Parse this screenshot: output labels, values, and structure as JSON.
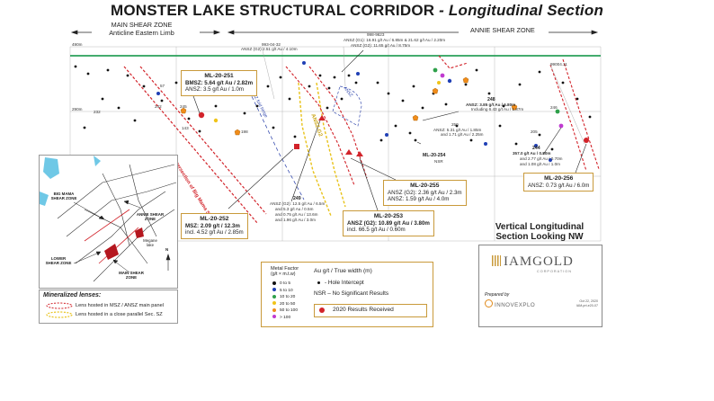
{
  "title": {
    "main": "MONSTER LAKE STRUCTURAL CORRIDOR",
    "sub": " - Longitudinal Section"
  },
  "header_left": {
    "line1": "MAIN SHEAR ZONE",
    "line2": "Anticline Eastern Limb"
  },
  "header_right": "ANNIE SHEAR ZONE",
  "depths": {
    "d1": "490m",
    "d2": "290m"
  },
  "callouts": {
    "ml251": {
      "name": "ML-20-251",
      "line1": "BMSZ: 5.64 g/t Au / 2.82m",
      "line2": "ANSZ: 3.5 g/t Au / 1.0m"
    },
    "ml252": {
      "name": "ML-20-252",
      "line1": "MSZ: 2.09 g/t / 12.3m",
      "line2": "incl. 4.52 g/t Au / 2.85m"
    },
    "ml253": {
      "name": "ML-20-253",
      "line1": "ANSZ (G2): 10.89 g/t Au / 3.80m",
      "line2": "incl. 66.5 g/t Au / 0.60m"
    },
    "ml255": {
      "name": "ML-20-255",
      "line1": "ANSZ (G2): 2.36 g/t Au / 2.3m",
      "line2": "ANSZ: 1.59 g/t Au / 4.0m"
    },
    "ml256": {
      "name": "ML-20-256",
      "line1": "ANSZ: 0.73 g/t Au / 6.0m"
    }
  },
  "hole_labels": {
    "h993": "993-04-32",
    "h993_detail": "ANSZ (G2) 2.51 g/t Au / 4.10m",
    "h998": "998-9623",
    "h998_d1": "ANSZ (G1): 16.91 g/t Au / 6.85m & 21.62 g/t Au / 2.20m",
    "h998_d2": "ANSZ (G2): 11.65 g/t Au / 8.75m",
    "h248": "248",
    "h248_d1": "ANSZ: 3.85 g/t Au / 6.80m",
    "h248_d2": "Including 6.43 g/t Au / 1.87m",
    "h250": "250",
    "h250_d1": "ANSZ: 5.31 g/t Au / 1.85m",
    "h250_d2": "and 1.71 g/t Au / 2.25m",
    "ml254": "ML-20-254",
    "nsr": "NSR",
    "h244": "244",
    "h244_d1": "357.0 g/t Au / 0.80m",
    "h244_d2": "and 2.77 g/t Au / 0.70m",
    "h244_d3": "and 1.08 g/t Au / 1.0m",
    "h249": "249",
    "h249_d1": "ANSZ (G2): 12.5 g/t Au / 6.5m",
    "h249_d2": "and 5.3 g/t Au / 0.5m",
    "h249_d3": "and 0.75 g/t Au / 13.6m",
    "h249_d4": "and 1.96 g/t Au / 3.0m",
    "n57": "57",
    "n242": "242",
    "n245": "245",
    "n232": "232",
    "n143": "143",
    "n198": "198",
    "n205": "205",
    "n246": "246",
    "n99": "99004.11"
  },
  "zone_labels": {
    "intersection": "Intersection of Big Mama SZ",
    "ansz": "ANSZ-G2",
    "msz_fold": "MSZ fold hinge",
    "ansz2": "ANSZ"
  },
  "inset": {
    "big_mama": "BIG MAMA SHEAR ZONE",
    "annie": "ANNIE SHEAR ZONE",
    "megane": "Megane lake",
    "lower": "LOWER SHEAR ZONE",
    "main": "MAIN SHEAR ZONE",
    "north": "N"
  },
  "lenses": {
    "title": "Mineralized lenses:",
    "msz": "Lens hosted in MSZ / ANSZ main panel",
    "sec": "Lens hosted in a close parallel Sec. SZ"
  },
  "metal": {
    "title1": "Metal Factor",
    "title2": "(g/t × m.t.w)",
    "header": "Au g/t / True width (m)",
    "hole": "- Hole Intercept",
    "nsr": "NSR – No Significant Results",
    "received": "2020 Results Received",
    "scale": [
      "0 to 5",
      "5 to 10",
      "10 to 20",
      "20 to 50",
      "50 to 100",
      "> 100"
    ],
    "colors": [
      "#111111",
      "#1f3fb5",
      "#2ea04a",
      "#f0c419",
      "#f08c1a",
      "#c03ad0"
    ]
  },
  "vls": {
    "line1": "Vertical Longitudinal",
    "line2": "Section Looking NW"
  },
  "logo": {
    "name": "IAMGOLD",
    "sub": "CORPORATION",
    "prepared": "Prepared by",
    "firm": "INNOVEXPLO",
    "date": "Oct 22, 2020",
    "ref": "IAM-prt-e20-07"
  },
  "colors": {
    "green_line": "#29a05a",
    "red": "#d2232a",
    "yellow": "#e8c21a",
    "gold": "#c99a3b",
    "blue": "#1f3fb5"
  }
}
